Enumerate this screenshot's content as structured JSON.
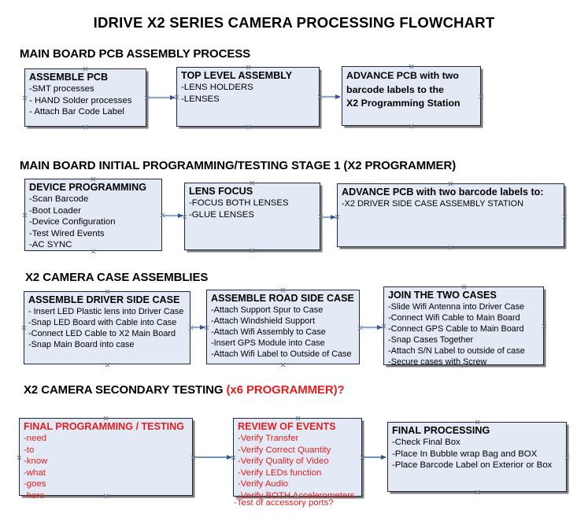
{
  "title": "IDRIVE X2  SERIES CAMERA PROCESSING FLOWCHART",
  "colors": {
    "box_fill": "#e4eaf5",
    "box_border": "#20293a",
    "shadow": "#7d7d7d",
    "connector": "#8ea9c4",
    "arrowhead": "#2f5597",
    "accent_red": "#e02020",
    "text": "#000000",
    "background": "#ffffff"
  },
  "sections": [
    {
      "header": "MAIN BOARD PCB ASSEMBLY PROCESS",
      "header_suffix": "",
      "boxes": [
        {
          "title": "ASSEMBLE PCB",
          "lines": [
            "-SMT processes",
            "- HAND Solder processes",
            "- Attach Bar Code Label"
          ],
          "style": "normal"
        },
        {
          "title": "TOP LEVEL ASSEMBLY",
          "lines": [
            "-LENS HOLDERS",
            "-LENSES"
          ],
          "style": "normal"
        },
        {
          "title": "",
          "lines": [
            "ADVANCE PCB with two",
            "barcode labels to the",
            " X2 Programming Station"
          ],
          "style": "bold"
        }
      ]
    },
    {
      "header": "MAIN BOARD INITIAL PROGRAMMING/TESTING STAGE 1 (X2 PROGRAMMER)",
      "header_suffix": "",
      "boxes": [
        {
          "title": "DEVICE PROGRAMMING",
          "lines": [
            "-Scan Barcode",
            "-Boot Loader",
            "-Device Configuration",
            "-Test Wired Events",
            "-AC SYNC"
          ],
          "style": "normal"
        },
        {
          "title": "LENS FOCUS",
          "lines": [
            "-FOCUS BOTH LENSES",
            "-GLUE LENSES"
          ],
          "style": "normal"
        },
        {
          "title": "ADVANCE PCB with two barcode labels to:",
          "lines": [
            "-X2 DRIVER  SIDE  CASE  ASSEMBLY STATION"
          ],
          "style": "normal"
        }
      ]
    },
    {
      "header": "X2 CAMERA CASE ASSEMBLIES",
      "header_suffix": "",
      "boxes": [
        {
          "title": "ASSEMBLE DRIVER SIDE CASE",
          "lines": [
            "- Insert LED Plastic lens into Driver Case",
            "-Snap LED Board with Cable into Case",
            "-Connect LED Cable to X2 Main Board",
            "-Snap Main Board into case"
          ],
          "style": "normal"
        },
        {
          "title": "ASSEMBLE ROAD SIDE CASE",
          "lines": [
            "-Attach Support Spur to Case",
            "-Attach Windshield Support",
            "-Attach Wifi Assembly to Case",
            "-Insert GPS Module into Case",
            "-Attach Wifi Label to Outside of Case"
          ],
          "style": "normal"
        },
        {
          "title": "JOIN THE TWO CASES",
          "lines": [
            "-Slide Wifi Antenna into Driver Case",
            "-Connect Wifi Cable to Main Board",
            "-Connect GPS Cable to Main Board",
            "-Snap Cases Together",
            "-Attach S/N Label to outside of case",
            "-Secure cases with Screw"
          ],
          "style": "normal"
        }
      ]
    },
    {
      "header": "X2 CAMERA SECONDARY TESTING ",
      "header_suffix": "(x6 PROGRAMMER)?",
      "boxes": [
        {
          "title": "FINAL PROGRAMMING / TESTING",
          "lines": [
            "-need",
            "-to",
            "-know",
            "-what",
            "-goes",
            "-here"
          ],
          "style": "red"
        },
        {
          "title": "REVIEW OF EVENTS",
          "lines": [
            "-Verify Transfer",
            "-Verify Correct Quantity",
            "-Verify Quality of Video",
            "-Verify LEDs function",
            "-Verify Audio",
            "-Verify BOTH Accelerometers"
          ],
          "overflow_line": "-Test of accessory ports?",
          "style": "red"
        },
        {
          "title": "FINAL PROCESSING",
          "lines": [
            " -Check Final Box",
            "-Place In Bubble wrap Bag and BOX",
            "-Place Barcode Label on Exterior or Box"
          ],
          "style": "normal"
        }
      ]
    }
  ]
}
